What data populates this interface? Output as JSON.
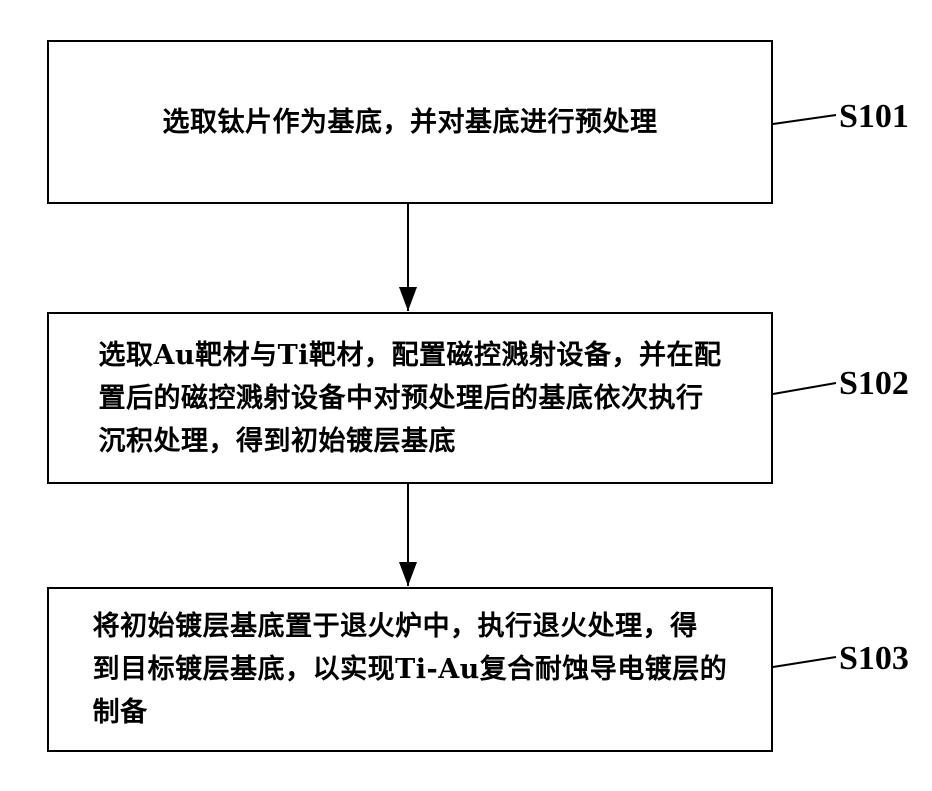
{
  "steps": [
    {
      "text": "选取钛片作为基底，并对基底进行预处理",
      "label": "S101"
    },
    {
      "text": "选取Au靶材与Ti靶材，配置磁控溅射设备，并在配\n置后的磁控溅射设备中对预处理后的基底依次执行\n沉积处理，得到初始镀层基底",
      "label": "S102"
    },
    {
      "text": "将初始镀层基底置于退火炉中，执行退火处理，得\n到目标镀层基底，以实现Ti-Au复合耐蚀导电镀层的\n制备",
      "label": "S103"
    }
  ],
  "colors": {
    "line": "#000000",
    "background": "#ffffff"
  }
}
